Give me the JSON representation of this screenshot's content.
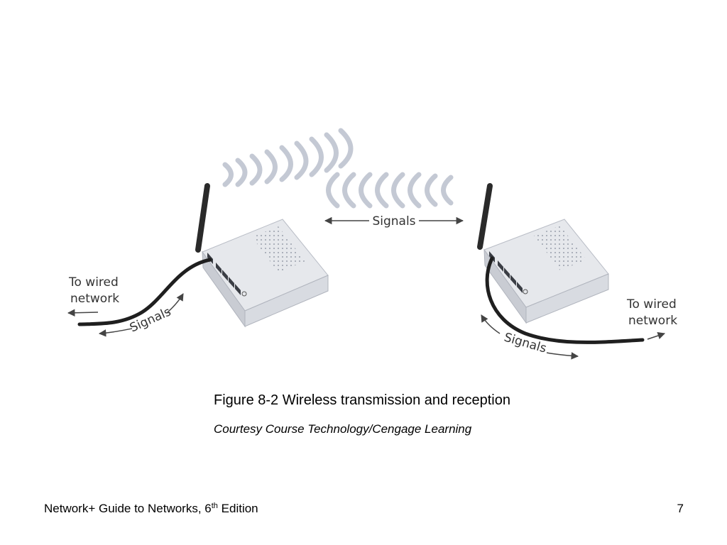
{
  "figure": {
    "labels": {
      "left_wired": [
        "To wired",
        "network"
      ],
      "right_wired": [
        "To wired",
        "network"
      ],
      "signals_center": "Signals",
      "signals_left_cable": "Signals",
      "signals_right_cable": "Signals"
    }
  },
  "caption": {
    "title": "Figure 8-2 Wireless transmission and reception",
    "credit": "Courtesy Course Technology/Cengage Learning"
  },
  "footer": {
    "book_title_before": "Network+ Guide to Networks, 6",
    "book_title_sup": "th",
    "book_title_after": " Edition",
    "page_number": "7"
  },
  "colors": {
    "device_top": "#e6e8ec",
    "device_front": "#c9ccd3",
    "device_side": "#d8dbe1",
    "antenna": "#2a2a2a",
    "cable": "#1f1f1f",
    "wave": "#c4c9d4",
    "arrow": "#444444"
  }
}
